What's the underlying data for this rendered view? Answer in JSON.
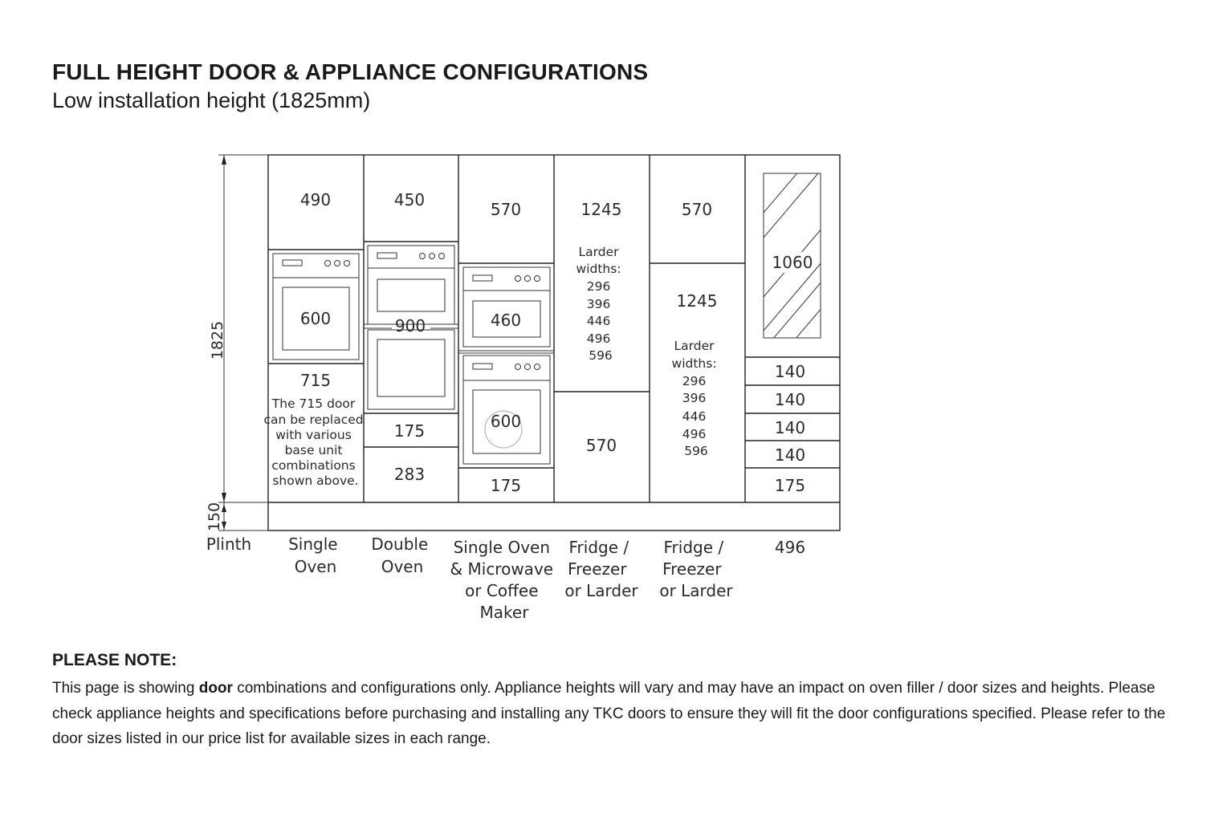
{
  "header": {
    "title": "FULL HEIGHT DOOR & APPLIANCE CONFIGURATIONS",
    "subtitle": "Low installation height (1825mm)"
  },
  "dimensions": {
    "total_height": "1825",
    "plinth_height": "150",
    "plinth_label": "Plinth"
  },
  "columns": {
    "single_oven": {
      "top": "490",
      "oven": "600",
      "base": "715",
      "base_note": [
        "The 715 door",
        "can be replaced",
        "with various",
        "base unit",
        "combinations",
        "shown above."
      ],
      "label": [
        "Single",
        "Oven"
      ]
    },
    "double_oven": {
      "top": "450",
      "oven": "900",
      "mid": "175",
      "bottom": "283",
      "label": [
        "Double",
        "Oven"
      ]
    },
    "single_oven_micro": {
      "top": "570",
      "micro": "460",
      "oven": "600",
      "bottom": "175",
      "label": [
        "Single Oven",
        "& Microwave",
        "or Coffee",
        "Maker"
      ]
    },
    "fridge_1": {
      "top": "1245",
      "larder_title": [
        "Larder",
        "widths:"
      ],
      "larder_widths": [
        "296",
        "396",
        "446",
        "496",
        "596"
      ],
      "bottom": "570",
      "label": [
        "Fridge /",
        "Freezer",
        "or Larder"
      ]
    },
    "fridge_2": {
      "top": "570",
      "mid": "1245",
      "larder_title": [
        "Larder",
        "widths:"
      ],
      "larder_widths": [
        "296",
        "396",
        "446",
        "496",
        "596"
      ],
      "label": [
        "Fridge /",
        "Freezer",
        "or Larder"
      ]
    },
    "col_496": {
      "glass": "1060",
      "drawers": [
        "140",
        "140",
        "140",
        "140",
        "175"
      ],
      "label": [
        "496"
      ]
    }
  },
  "note": {
    "heading": "PLEASE NOTE:",
    "pre": "This page is showing ",
    "bold": "door",
    "post": " combinations and configurations only. Appliance heights will vary and may have an impact on oven filler / door sizes and heights. Please check appliance heights and specifications before purchasing and installing any TKC doors to ensure they will fit the door configurations specified. Please refer to the door sizes listed in our price list for available sizes in each range."
  }
}
